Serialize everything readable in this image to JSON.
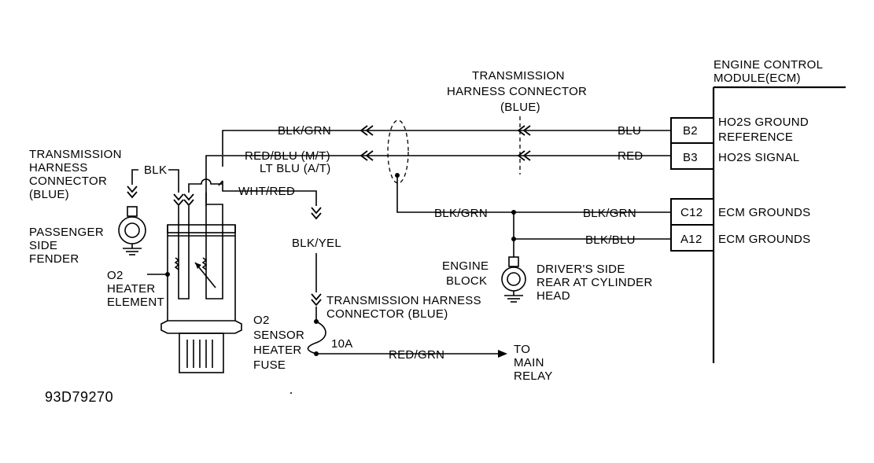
{
  "ecm": {
    "title_line1": "ENGINE CONTROL",
    "title_line2": "MODULE(ECM)",
    "pins": [
      {
        "pin": "B2",
        "desc_line1": "HO2S GROUND",
        "desc_line2": "REFERENCE",
        "wire": "BLU"
      },
      {
        "pin": "B3",
        "desc_line1": "HO2S SIGNAL",
        "desc_line2": "",
        "wire": "RED"
      },
      {
        "pin": "C12",
        "desc_line1": "ECM GROUNDS",
        "desc_line2": "",
        "wire": "BLK/GRN"
      },
      {
        "pin": "A12",
        "desc_line1": "ECM GROUNDS",
        "desc_line2": "",
        "wire": "BLK/BLU"
      }
    ]
  },
  "connectors": {
    "top": {
      "line1": "TRANSMISSION",
      "line2": "HARNESS CONNECTOR",
      "line3": "(BLUE)"
    },
    "left": {
      "line1": "TRANSMISSION",
      "line2": "HARNESS",
      "line3": "CONNECTOR",
      "line4": "(BLUE)"
    },
    "mid": {
      "line1": "TRANSMISSION HARNESS",
      "line2": "CONNECTOR (BLUE)"
    }
  },
  "wires": {
    "blk_grn_top": "BLK/GRN",
    "red_blu": "RED/BLU (M/T)",
    "lt_blu": "LT BLU (A/T)",
    "wht_red": "WHT/RED",
    "blk": "BLK",
    "blk_yel": "BLK/YEL",
    "blk_grn_ground": "BLK/GRN",
    "red_grn": "RED/GRN"
  },
  "grounds": {
    "passenger": {
      "line1": "PASSENGER",
      "line2": "SIDE",
      "line3": "FENDER"
    },
    "engine_block": {
      "line1": "ENGINE",
      "line2": "BLOCK"
    },
    "drivers_side": {
      "line1": "DRIVER'S SIDE",
      "line2": "REAR AT CYLINDER",
      "line3": "HEAD"
    }
  },
  "sensor": {
    "heater_line1": "O2",
    "heater_line2": "HEATER",
    "heater_line3": "ELEMENT"
  },
  "fuse": {
    "line1": "O2",
    "line2": "SENSOR",
    "line3": "HEATER",
    "line4": "FUSE",
    "rating": "10A"
  },
  "relay": {
    "line1": "TO",
    "line2": "MAIN",
    "line3": "RELAY"
  },
  "figure_id": "93D79270"
}
